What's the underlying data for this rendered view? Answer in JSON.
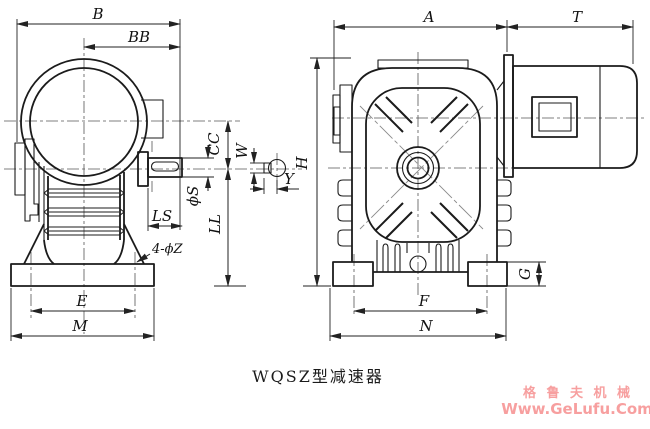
{
  "caption": "WQSZ型减速器",
  "watermark": {
    "brand": "格 鲁 夫 机 械",
    "url": "Www.GeLufu.Com",
    "color": "#f79f9f"
  },
  "labels": {
    "B": "B",
    "BB": "BB",
    "CC": "CC",
    "phiS": "ϕS",
    "LS": "LS",
    "LL": "LL",
    "holes": "4-ϕZ",
    "E": "E",
    "M": "M",
    "W": "W",
    "Y": "Y",
    "H": "H",
    "A": "A",
    "T": "T",
    "G": "G",
    "F": "F",
    "N": "N"
  },
  "colors": {
    "line": "#1b1b1b",
    "dimension": "#222222",
    "centerline": "#555555",
    "watermark": "#f79f9f",
    "background": "#ffffff"
  }
}
